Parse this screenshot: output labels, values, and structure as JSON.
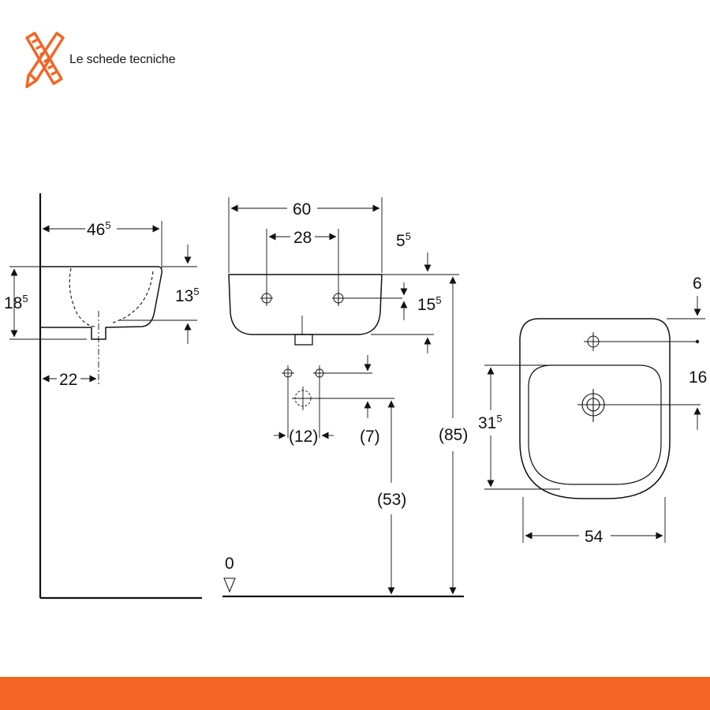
{
  "brand": {
    "name": "Le schede tecniche",
    "accent_color": "#f26522",
    "logo_icon": "ruler-pencil-cross-icon"
  },
  "side_view": {
    "width": {
      "main": "46",
      "sup": "5"
    },
    "height": {
      "main": "18",
      "sup": "5"
    },
    "bowl_depth": {
      "main": "13",
      "sup": "5"
    },
    "drain_offset": "22"
  },
  "front_view": {
    "overall_width": "60",
    "tap_hole_spacing": "28",
    "rim_offset": {
      "main": "5",
      "sup": "5"
    },
    "tap_hole_height": {
      "main": "15",
      "sup": "5"
    },
    "supply_spacing": "(12)",
    "supply_offset": "(7)",
    "supply_height": "(53)",
    "rim_height": "(85)",
    "floor_level": "0"
  },
  "top_view": {
    "tap_hole_setback": "6",
    "hole_distance": "16",
    "bowl_length": {
      "main": "31",
      "sup": "5"
    },
    "outer_width": "54"
  },
  "footer": {
    "bar_color": "#f26522"
  }
}
